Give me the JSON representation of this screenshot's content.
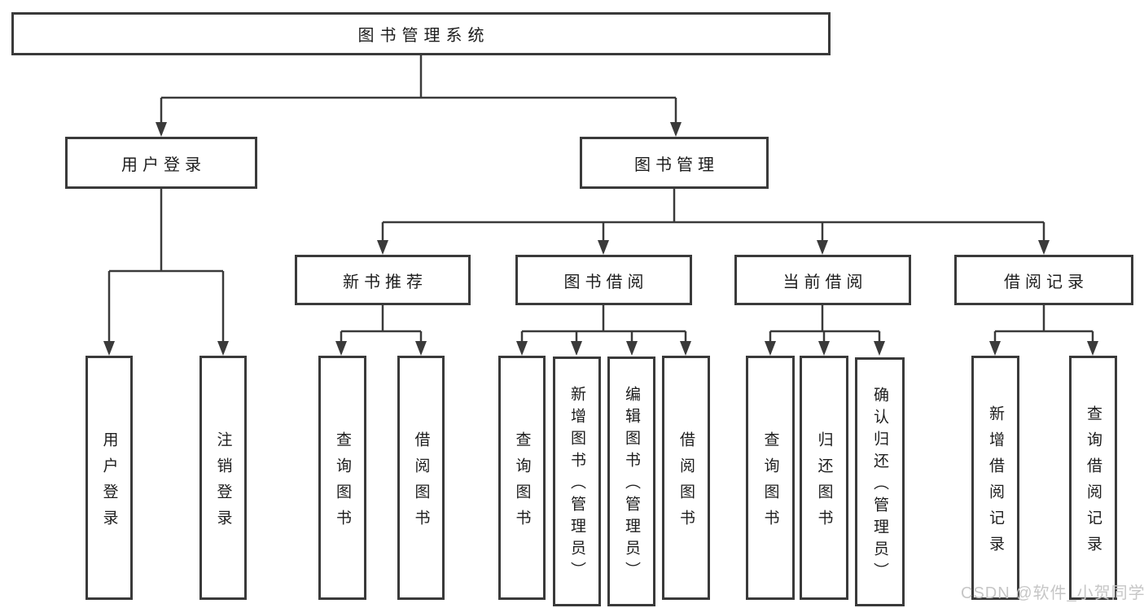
{
  "diagram": {
    "type": "hierarchy-tree",
    "tree": {
      "label": "图书管理系统",
      "children": [
        {
          "label": "用户登录",
          "children": [
            {
              "label": "用户登录"
            },
            {
              "label": "注销登录"
            }
          ]
        },
        {
          "label": "图书管理",
          "children": [
            {
              "label": "新书推荐",
              "children": [
                {
                  "label": "查询图书"
                },
                {
                  "label": "借阅图书"
                }
              ]
            },
            {
              "label": "图书借阅",
              "children": [
                {
                  "label": "查询图书"
                },
                {
                  "label": "新增图书（管理员）"
                },
                {
                  "label": "编辑图书（管理员）"
                },
                {
                  "label": "借阅图书"
                }
              ]
            },
            {
              "label": "当前借阅",
              "children": [
                {
                  "label": "查询图书"
                },
                {
                  "label": "归还图书"
                },
                {
                  "label": "确认归还（管理员）"
                }
              ]
            },
            {
              "label": "借阅记录",
              "children": [
                {
                  "label": "新增借阅记录"
                },
                {
                  "label": "查询借阅记录"
                }
              ]
            }
          ]
        }
      ]
    }
  },
  "watermark": {
    "text": "CSDN @软件_小贺同学"
  },
  "colors": {
    "line": "#3a3a3a",
    "box_border": "#3a3a3a",
    "text": "#1d1d1d",
    "watermark": "#c6c6c6",
    "background": "#ffffff"
  }
}
